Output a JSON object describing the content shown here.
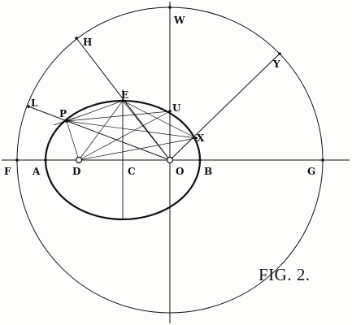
{
  "figure": {
    "caption": "FIG. 2.",
    "labels": {
      "W": "W",
      "H": "H",
      "Y": "Y",
      "L": "L",
      "E": "E",
      "U": "U",
      "P": "P",
      "X": "X",
      "F": "F",
      "A": "A",
      "D": "D",
      "C": "C",
      "O": "O",
      "B": "B",
      "G": "G"
    }
  }
}
